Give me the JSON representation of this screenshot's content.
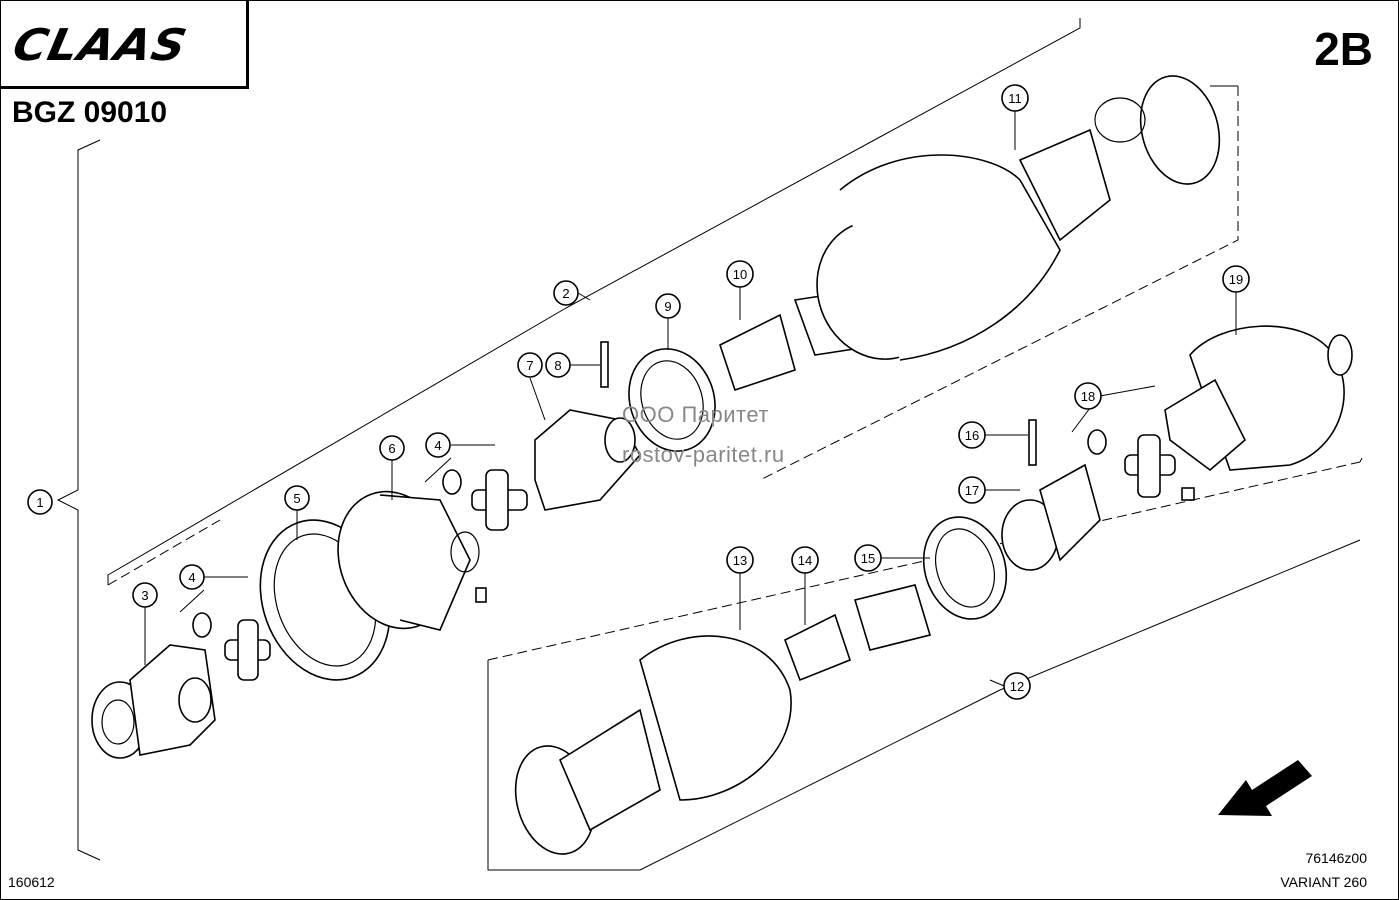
{
  "brand": {
    "logo_text": "CLAAS"
  },
  "header": {
    "doc_code": "BGZ 09010",
    "page_label": "2B"
  },
  "footer": {
    "drawing_ref": "76146z00",
    "model": "VARIANT 260",
    "date_code": "160612"
  },
  "watermark": {
    "line1": "ООО Паритет",
    "line2": "rostov-paritet.ru"
  },
  "callouts": [
    "1",
    "2",
    "3",
    "4",
    "5",
    "6",
    "7",
    "8",
    "9",
    "10",
    "11",
    "12",
    "13",
    "14",
    "15",
    "16",
    "17",
    "18",
    "19"
  ]
}
